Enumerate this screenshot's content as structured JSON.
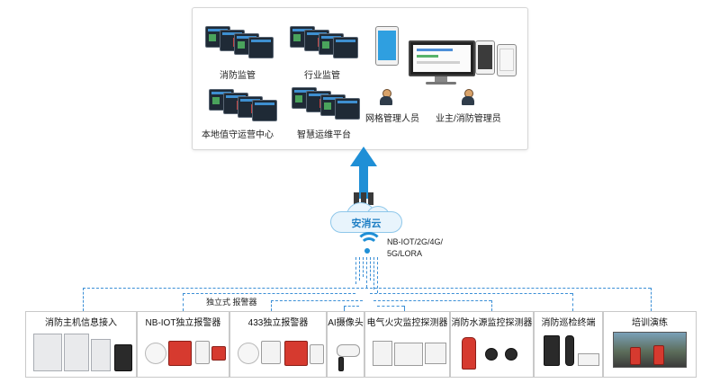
{
  "platform": {
    "fire_monitoring": "消防监管",
    "industry_monitoring": "行业监管",
    "local_duty_center": "本地值守运营中心",
    "smart_ops_platform": "智慧运维平台",
    "grid_manager": "网格管理人员",
    "owner_manager": "业主/消防管理员"
  },
  "cloud": {
    "name": "安消云"
  },
  "network": {
    "line1": "NB-IOT/2G/4G/",
    "line2": "5G/LORA"
  },
  "connectors": {
    "standalone_alarm": "独立式 报警器"
  },
  "devices": [
    "消防主机信息接入",
    "NB-IOT独立报警器",
    "433独立报警器",
    "AI摄像头",
    "电气火灾监控探测器",
    "消防水源监控探测器",
    "消防巡检终端",
    "培训演练"
  ],
  "colors": {
    "accent": "#1f8fd6",
    "border": "#c9c9c9"
  }
}
